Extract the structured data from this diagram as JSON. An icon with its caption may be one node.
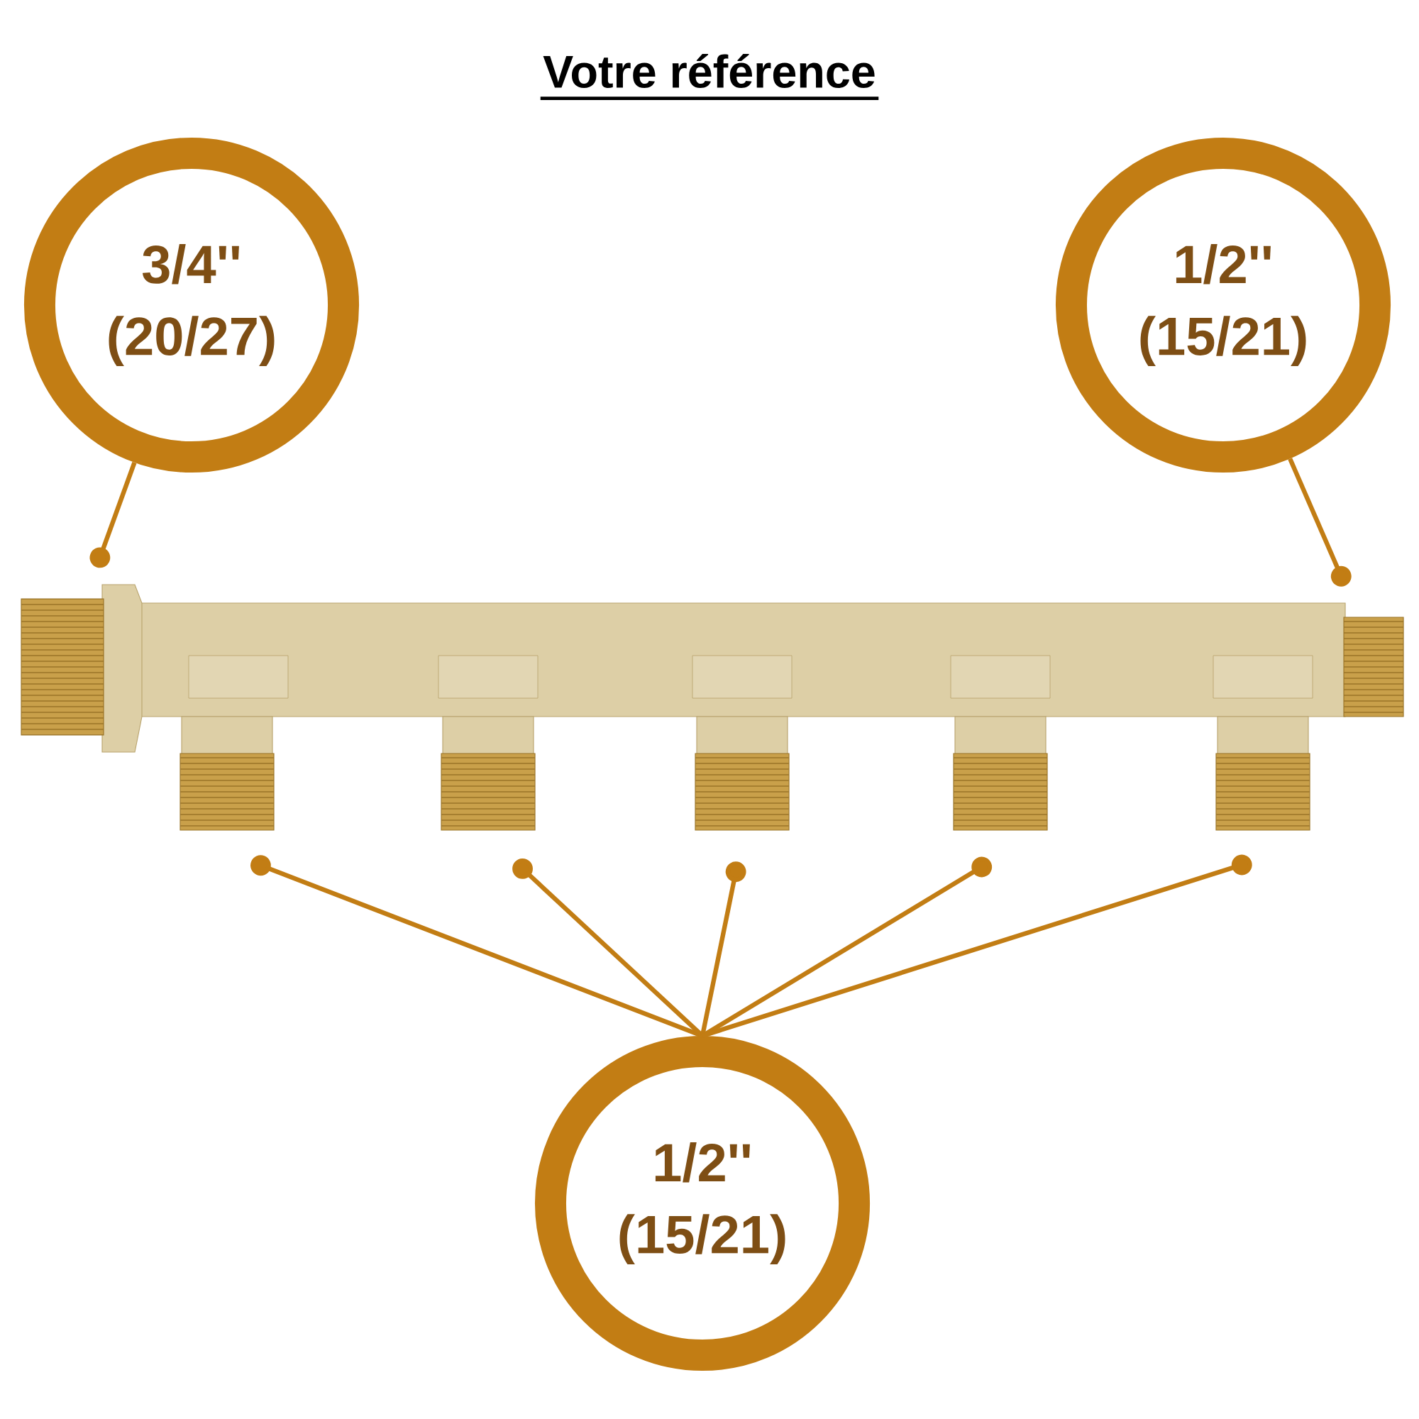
{
  "diagram": {
    "title": "Votre référence",
    "nodes": [
      {
        "text": [
          "3/4'' (20/27)"
        ]
      },
      {
        "text": [
          "1/2'' (15/21)"
        ]
      },
      {
        "text": [
          "1/2'' (15/21)"
        ]
      },
      {
        "text": [],
        "shape": "picture"
      },
      {
        "text": [],
        "shape": "picture"
      },
      {
        "text": [],
        "shape": "picture"
      },
      {
        "text": [],
        "shape": "picture"
      },
      {
        "text": [],
        "shape": "picture"
      },
      {
        "text": [],
        "shape": "picture"
      },
      {
        "text": [],
        "shape": "picture"
      }
    ],
    "edges": [
      {
        "from": 0,
        "to": 3,
        "arrow": "other"
      },
      {
        "from": 1,
        "to": 4,
        "arrow": "other"
      },
      {
        "from": 2,
        "to": 5,
        "arrow": "other"
      },
      {
        "from": 2,
        "to": 6,
        "arrow": "other"
      },
      {
        "from": 2,
        "to": 7,
        "arrow": "other"
      },
      {
        "from": 2,
        "to": 8,
        "arrow": "other"
      },
      {
        "from": 2,
        "to": 9,
        "arrow": "other"
      }
    ]
  }
}
